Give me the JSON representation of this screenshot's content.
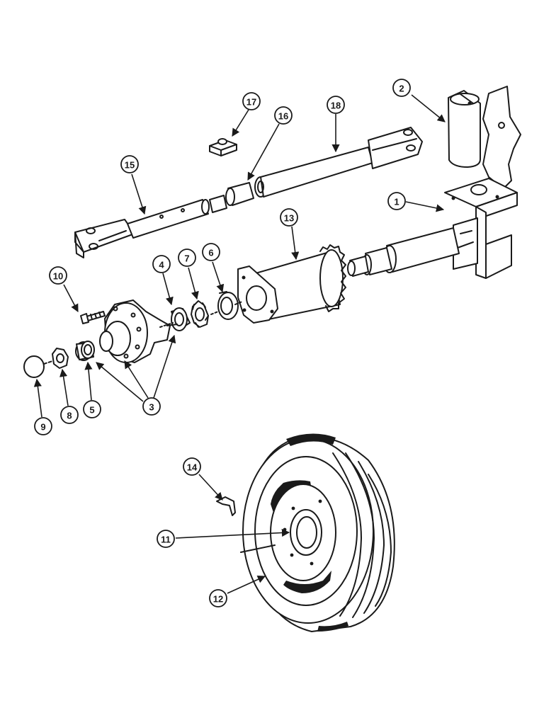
{
  "callouts": {
    "c1": "1",
    "c2": "2",
    "c3": "3",
    "c4": "4",
    "c5": "5",
    "c6": "6",
    "c7": "7",
    "c8": "8",
    "c9": "9",
    "c10": "10",
    "c11": "11",
    "c12": "12",
    "c13": "13",
    "c14": "14",
    "c15": "15",
    "c16": "16",
    "c17": "17",
    "c18": "18"
  },
  "colors": {
    "ink": "#1a1a1a",
    "paper": "#ffffff"
  }
}
